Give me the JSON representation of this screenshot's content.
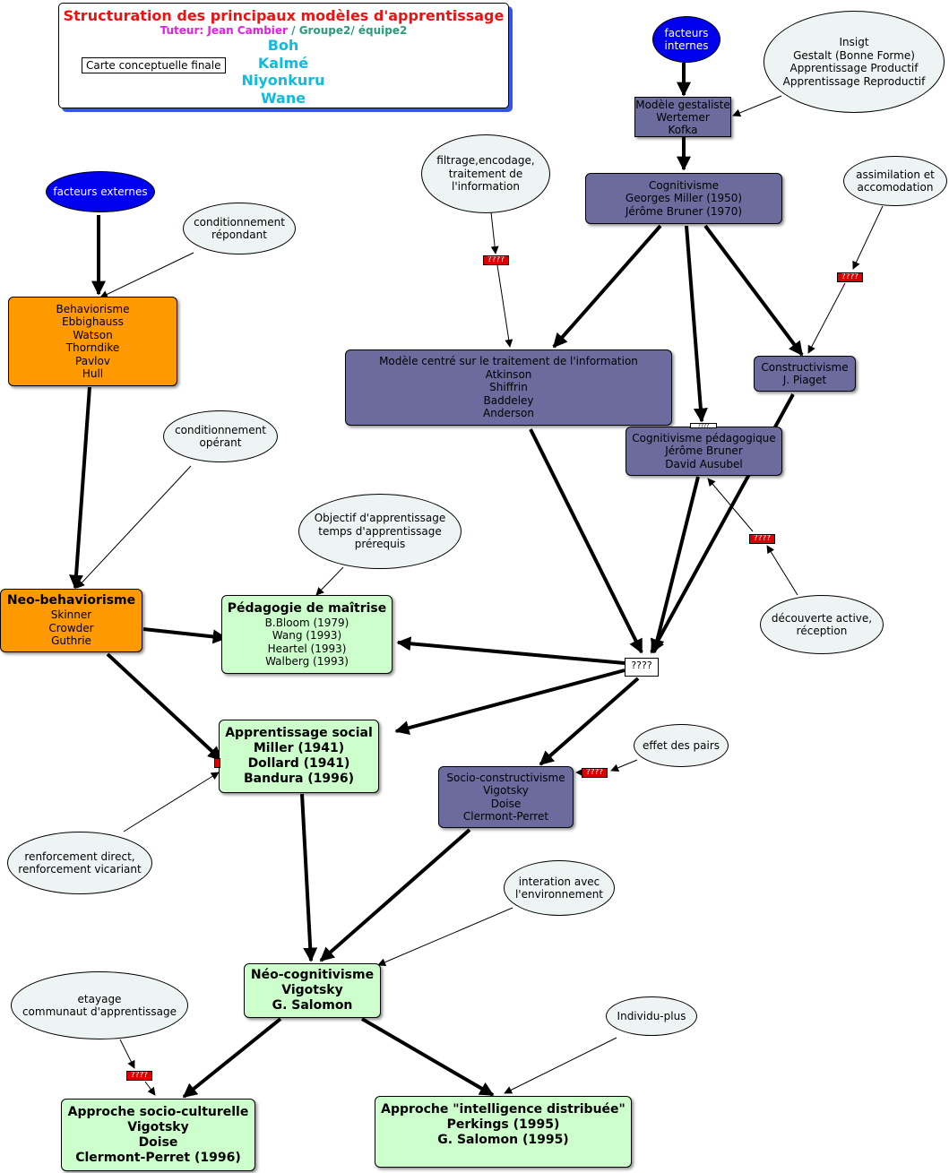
{
  "header": {
    "title": "Structuration des principaux modèles d'apprentissage",
    "tutor": "Tuteur: Jean Cambier",
    "separator": " / ",
    "group": "Groupe2/ équipe2",
    "members": [
      "Boh",
      "Kalmé",
      "Niyonkuru",
      "Wane"
    ],
    "map_label": "Carte conceptuelle finale"
  },
  "nodes": {
    "facteurs_internes": [
      "facteurs",
      "internes"
    ],
    "facteurs_externes": [
      "facteurs externes"
    ],
    "insigt": [
      "Insigt",
      "Gestalt (Bonne Forme)",
      "Apprentissage Productif",
      "Apprentissage Reproductif"
    ],
    "gestaltiste": [
      "Modèle gestaliste",
      "Wertemer",
      "Kofka"
    ],
    "filtrage": [
      "filtrage,encodage,",
      "traitement de",
      "l'information"
    ],
    "cognitivisme": [
      "Cognitivisme",
      "Georges Miller (1950)",
      "Jérôme Bruner (1970)"
    ],
    "assimilation": [
      "assimilation et",
      "accomodation"
    ],
    "cond_repondant": [
      "conditionnement",
      "répondant"
    ],
    "behaviorisme": [
      "Behaviorisme",
      "Ebbighauss",
      "Watson",
      "Thorndike",
      "Pavlov",
      "Hull"
    ],
    "traitement_info": [
      "Modèle centré sur le traitement de l'information",
      "Atkinson",
      "Shiffrin",
      "Baddeley",
      "Anderson"
    ],
    "constructivisme": [
      "Constructivisme",
      "J. Piaget"
    ],
    "cog_pedagogique": [
      "Cognitivisme pédagogique",
      "Jérôme Bruner",
      "David Ausubel"
    ],
    "cond_operant": [
      "conditionnement",
      "opérant"
    ],
    "objectif": [
      "Objectif d'apprentissage",
      "temps d'apprentissage",
      "prérequis"
    ],
    "neo_behaviorisme": [
      "Neo-behaviorisme",
      "Skinner",
      "Crowder",
      "Guthrie"
    ],
    "pedagogie_maitrise": [
      "Pédagogie de maîtrise",
      "B.Bloom (1979)",
      "Wang (1993)",
      "Heartel (1993)",
      "Walberg (1993)"
    ],
    "decouverte": [
      "découverte active,",
      "réception"
    ],
    "apprentissage_social": [
      "Apprentissage social",
      "Miller (1941)",
      "Dollard (1941)",
      "Bandura (1996)"
    ],
    "effet_pairs": [
      "effet des pairs"
    ],
    "socio_constructivisme": [
      "Socio-constructivisme",
      "Vigotsky",
      "Doise",
      "Clermont-Perret"
    ],
    "renforcement": [
      "renforcement direct,",
      "renforcement vicariant"
    ],
    "interation": [
      "interation avec",
      "l'environnement"
    ],
    "neo_cognitivisme": [
      "Néo-cognitivisme",
      "Vigotsky",
      "G. Salomon"
    ],
    "etayage": [
      "etayage",
      "communaut d'apprentissage"
    ],
    "individu_plus": [
      "Individu-plus"
    ],
    "socio_culturelle": [
      "Approche socio-culturelle",
      "Vigotsky",
      "Doise",
      "Clermont-Perret (1996)"
    ],
    "intelligence_distribuee": [
      "Approche \"intelligence distribuée\"",
      "Perkings (1995)",
      "G. Salomon (1995)"
    ]
  },
  "unknown_label": "????",
  "colors": {
    "title": "#ee1111",
    "tutor": "#e020e0",
    "group": "#2a9a7a",
    "members": "#11bbdd",
    "behaviorist": "#ff9900",
    "cognitivist": "#6b6b9e",
    "constructivist": "#ccffcc",
    "note": "#eef3f4",
    "factor": "#0000ee",
    "unknown_tag": "#dd0000"
  }
}
